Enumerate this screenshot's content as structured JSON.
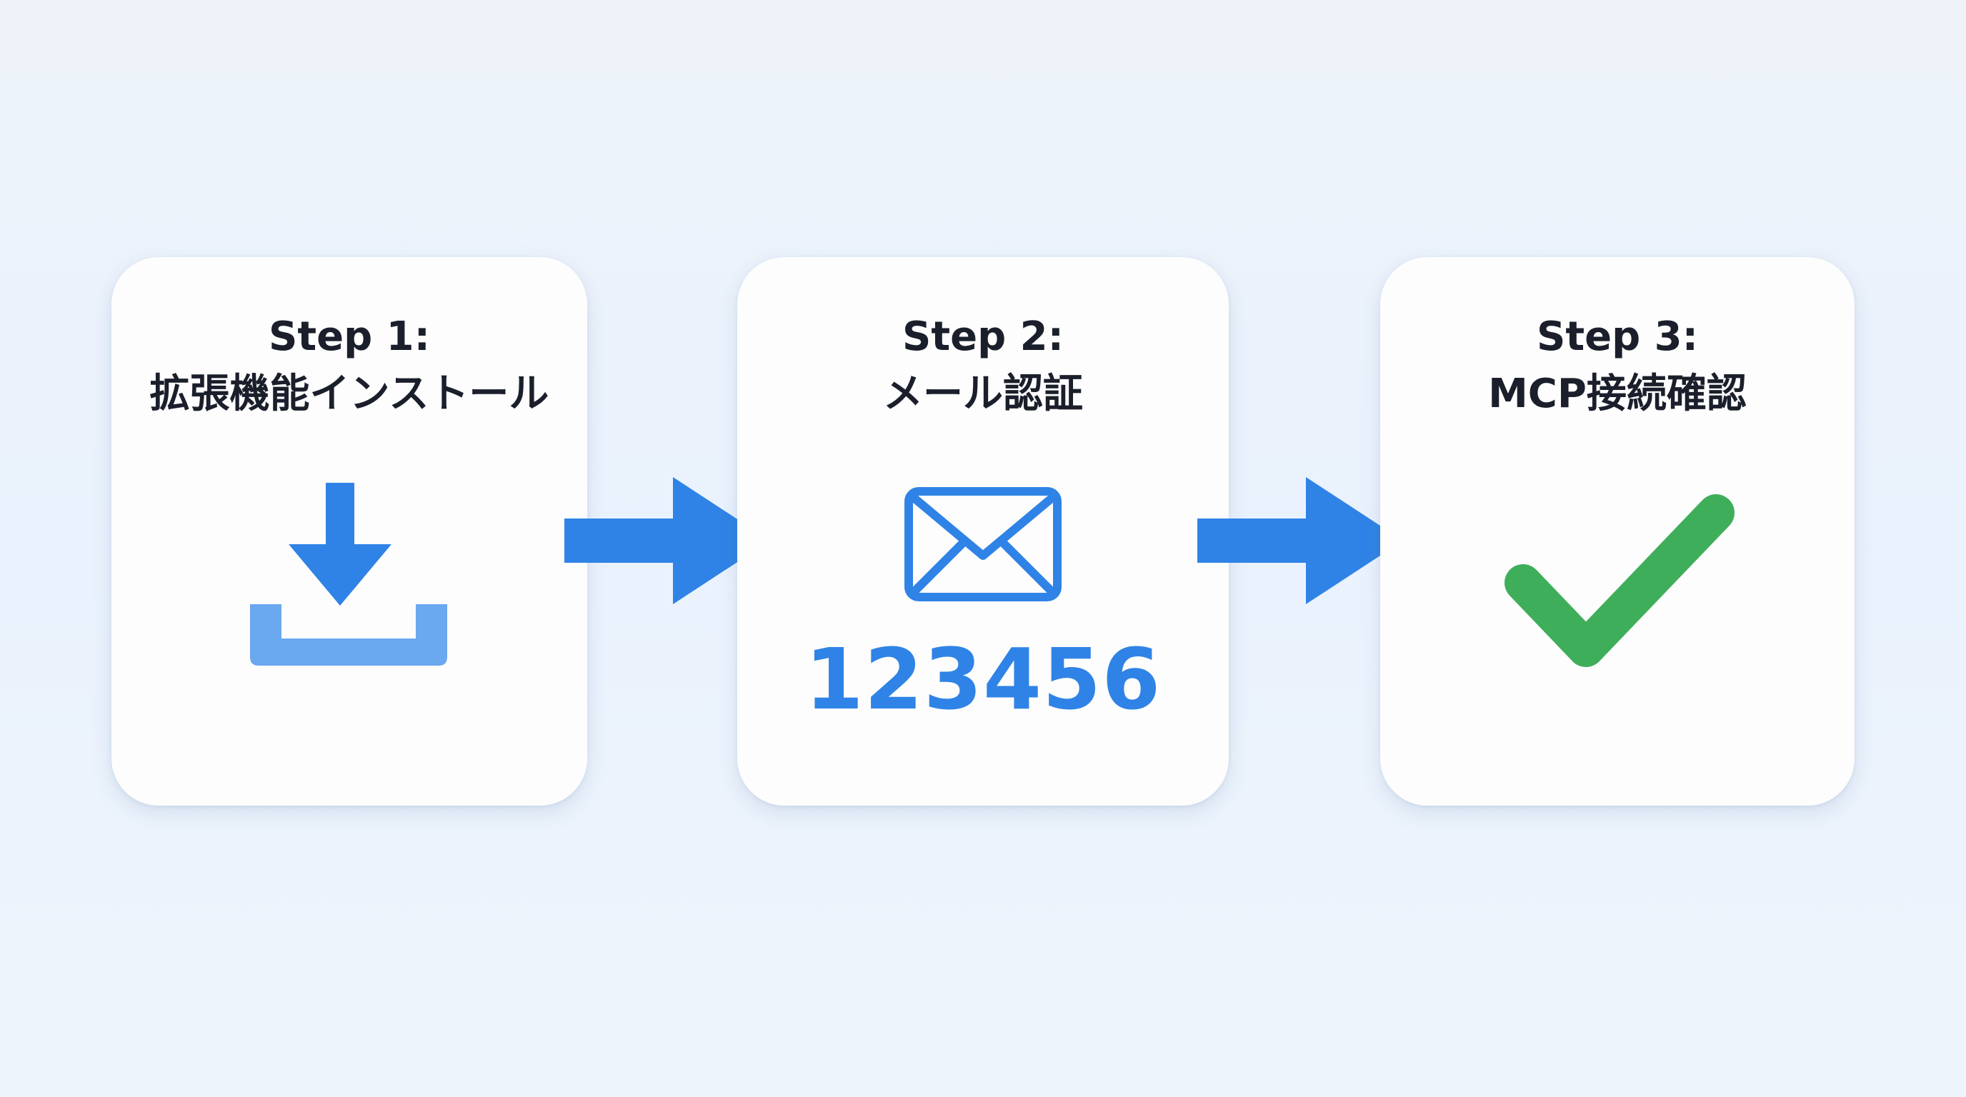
{
  "steps": [
    {
      "step_label": "Step 1:",
      "title": "拡張機能インストール",
      "icon": "download-icon",
      "color": "#2f83e6"
    },
    {
      "step_label": "Step 2:",
      "title": "メール認証",
      "icon": "envelope-icon",
      "code": "123456",
      "color": "#2f83e6"
    },
    {
      "step_label": "Step 3:",
      "title": "MCP接続確認",
      "icon": "checkmark-icon",
      "color": "#3fae5a"
    }
  ],
  "connectors": [
    "arrow-right-icon",
    "arrow-right-icon"
  ],
  "colors": {
    "background": "#ecf3fc",
    "card": "#fdfdfd",
    "accent_blue": "#2f83e6",
    "accent_blue_light": "#6aa8ef",
    "success_green": "#3fae5a",
    "title_text": "#1a1f2b"
  }
}
